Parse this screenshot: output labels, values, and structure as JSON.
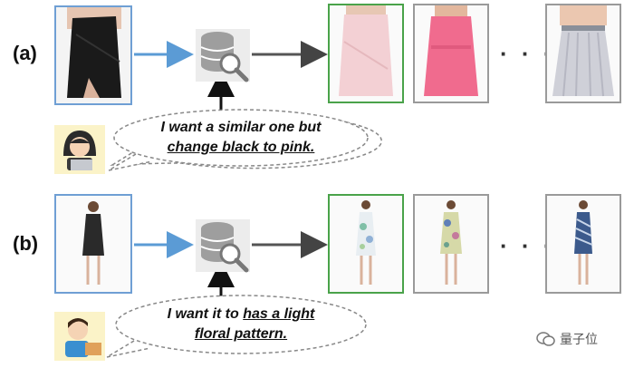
{
  "rows": [
    {
      "label": "(a)",
      "feedback_plain": "I want a similar one but",
      "feedback_emph": "change black to pink.",
      "query_item": "black asymmetric wrap dress",
      "results": [
        "pale pink wrap dress",
        "pink sleeveless dress",
        "grey pleated dress"
      ]
    },
    {
      "label": "(b)",
      "feedback_plain": "I want it to",
      "feedback_emph_1": "has a light",
      "feedback_emph_2": "floral pattern.",
      "query_item": "black short-sleeve dress",
      "results": [
        "light floral dress",
        "multicolor floral dress",
        "blue patterned dress"
      ]
    }
  ],
  "ellipsis": "· · ·",
  "watermark": "量子位",
  "icons": [
    "database-search-icon",
    "user-avatar-girl",
    "user-avatar-boy",
    "wechat-icon"
  ],
  "colors": {
    "query_border": "#6f9fd4",
    "match_border": "#4aa34a",
    "result_border": "#9a9a9a",
    "query_arrow": "#5b9bd5",
    "result_arrow": "#595959",
    "database_icon": "#9e9e9e"
  }
}
